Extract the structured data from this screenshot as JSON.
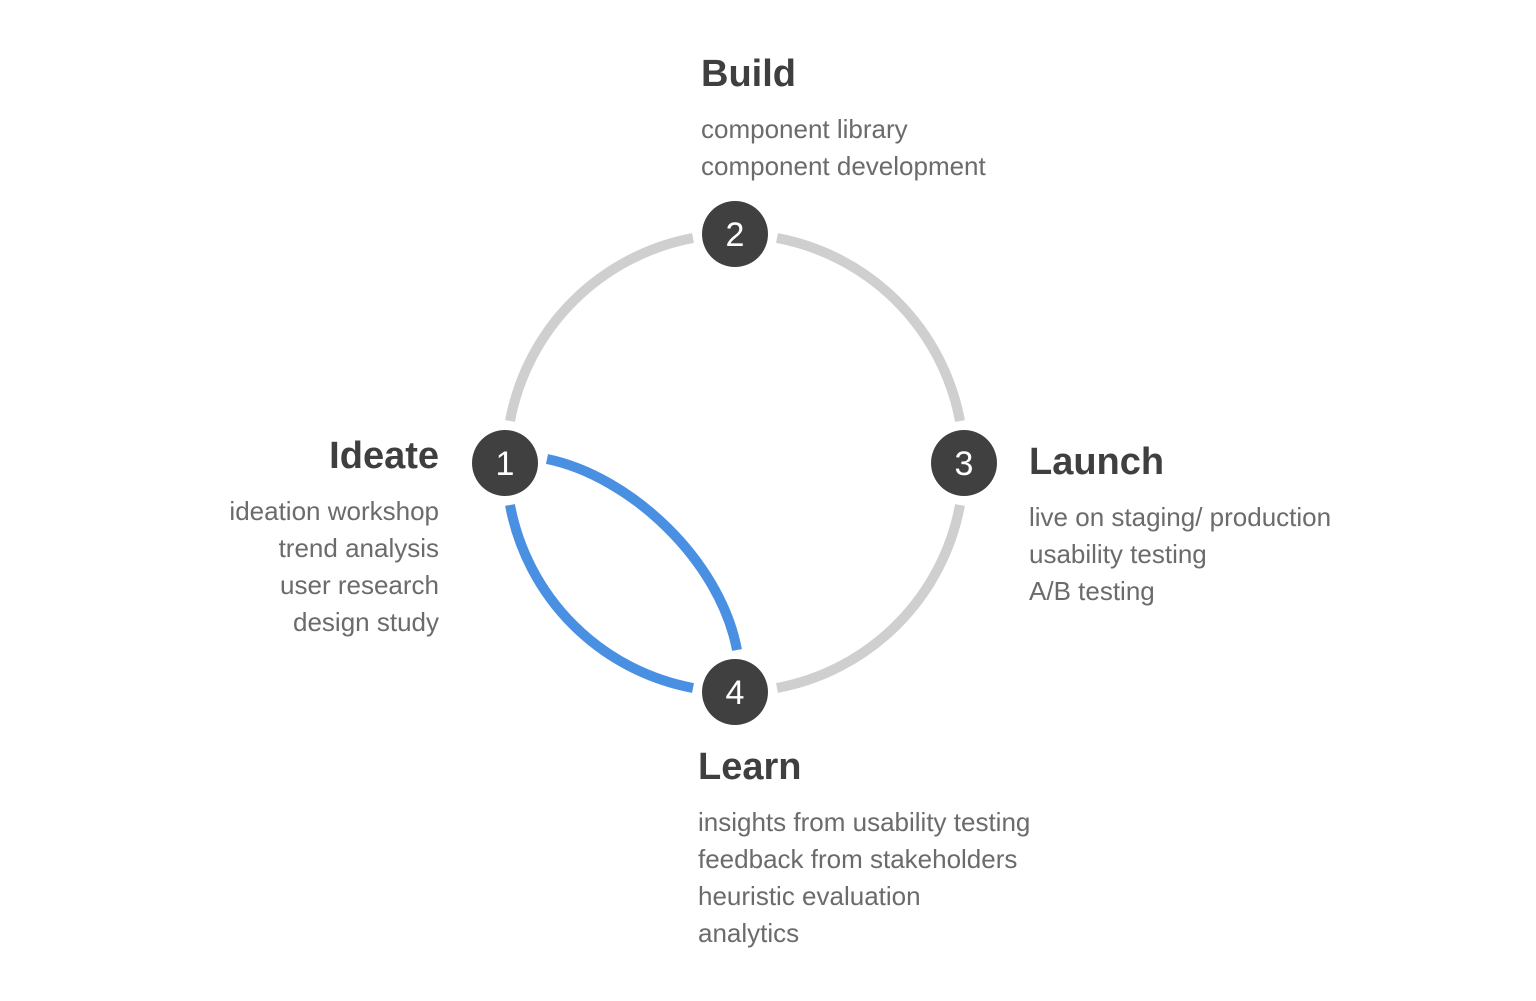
{
  "colors": {
    "ring": "#cfcfcf",
    "highlight": "#4a90e2",
    "node_fill": "#404040",
    "node_text": "#ffffff",
    "title_text": "#3f3f3f",
    "item_text": "#6b6b6b"
  },
  "stages": [
    {
      "number": "1",
      "title": "Ideate",
      "items": [
        "ideation workshop",
        "trend analysis",
        "user research",
        "design study"
      ]
    },
    {
      "number": "2",
      "title": "Build",
      "items": [
        "component library",
        "component development"
      ]
    },
    {
      "number": "3",
      "title": "Launch",
      "items": [
        "live on staging/ production",
        "usability testing",
        "A/B testing"
      ]
    },
    {
      "number": "4",
      "title": "Learn",
      "items": [
        "insights from usability testing",
        "feedback from stakeholders",
        "heuristic evaluation",
        "analytics"
      ]
    }
  ]
}
